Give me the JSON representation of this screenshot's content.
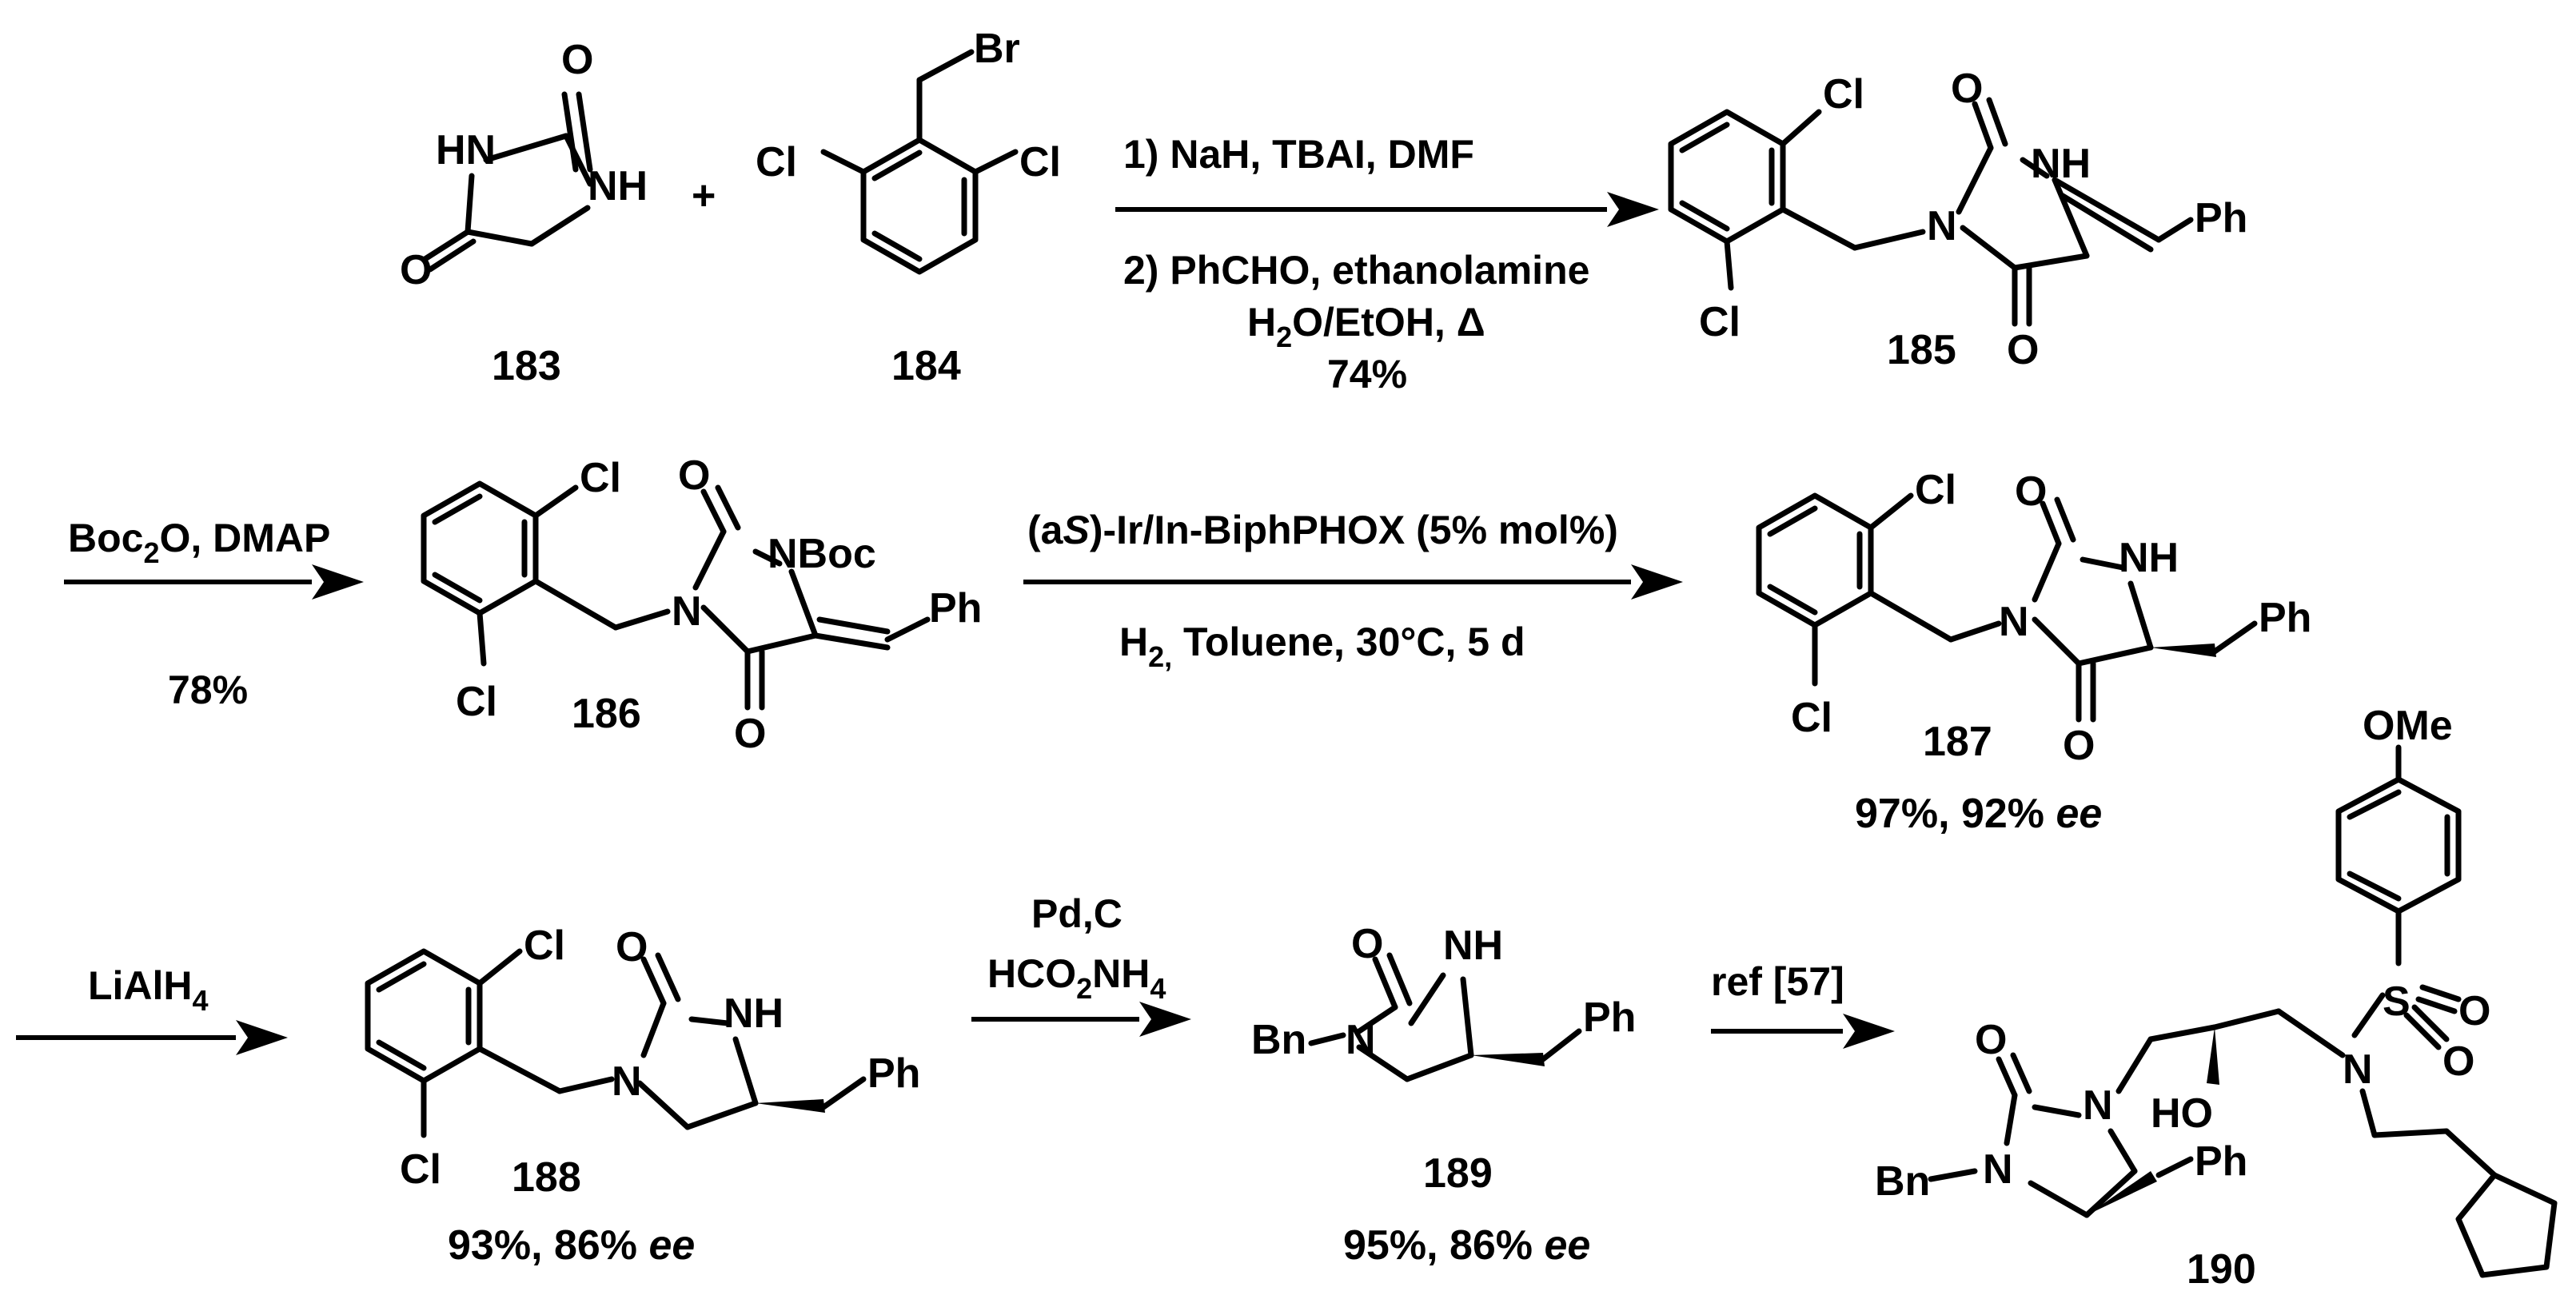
{
  "compounds": {
    "c183": "183",
    "c184": "184",
    "c185": "185",
    "c186": "186",
    "c187": "187",
    "c188": "188",
    "c189": "189",
    "c190": "190"
  },
  "atoms": {
    "O": "O",
    "HN": "HN",
    "NH": "NH",
    "N": "N",
    "Br": "Br",
    "Cl": "Cl",
    "Ph": "Ph",
    "NBoc": "NBoc",
    "Bn": "Bn",
    "OMe": "OMe",
    "S": "S",
    "HO": "HO",
    "plus": "+"
  },
  "steps": {
    "s1_line1": "1) NaH, TBAI, DMF",
    "s1_line2": "2) PhCHO, ethanolamine",
    "s1_line3_a": "H",
    "s1_line3_sub": "2",
    "s1_line3_b": "O/EtOH, Δ",
    "s1_yield": "74%",
    "s2_a": "Boc",
    "s2_sub": "2",
    "s2_b": "O, DMAP",
    "s2_yield": "78%",
    "s3_a": "(a",
    "s3_ital": "S",
    "s3_b": ")-Ir/In-BiphPHOX (5% mol%)",
    "s3_line2_a": "H",
    "s3_line2_sub": "2,",
    "s3_line2_b": " Toluene, 30°C, 5 d",
    "s3_yield": "97%, 92% ",
    "s3_ee": "ee",
    "s4_a": "LiAlH",
    "s4_sub": "4",
    "s4_yield": "93%, 86% ",
    "s4_ee": "ee",
    "s5_line1": "Pd,C",
    "s5_line2_a": "HCO",
    "s5_line2_sub1": "2",
    "s5_line2_b": "NH",
    "s5_line2_sub2": "4",
    "s5_yield": "95%, 86% ",
    "s5_ee": "ee",
    "s6": "ref [57]"
  }
}
